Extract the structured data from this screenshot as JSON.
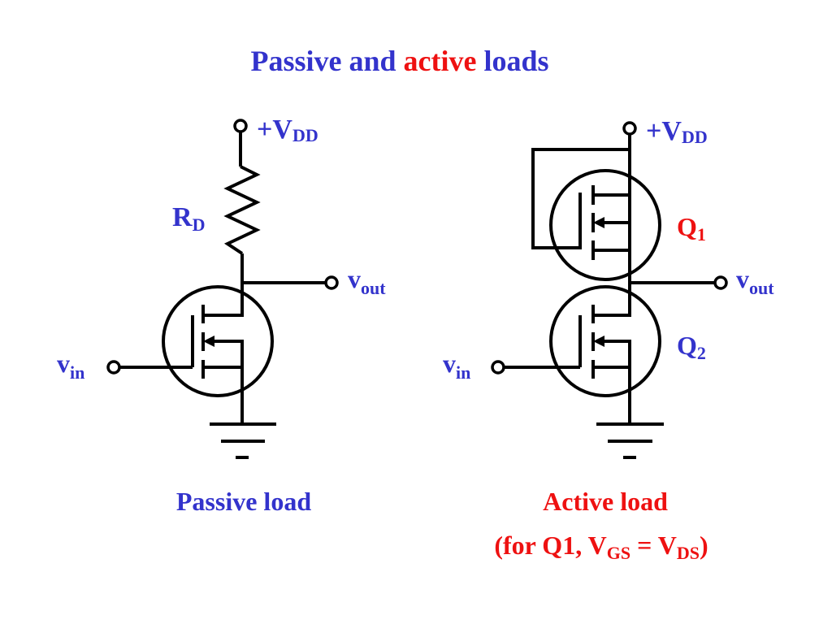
{
  "colors": {
    "blue": "#3333cc",
    "red": "#ee1111",
    "black": "#000000"
  },
  "title": {
    "part1": "Passive and ",
    "part2": "active",
    "part3": " loads"
  },
  "left": {
    "vdd_base": "+V",
    "vdd_sub": "DD",
    "rd_base": "R",
    "rd_sub": "D",
    "vout_base": "v",
    "vout_sub": "out",
    "vin_base": "v",
    "vin_sub": "in",
    "caption": "Passive load"
  },
  "right": {
    "vdd_base": "+V",
    "vdd_sub": "DD",
    "q1_base": "Q",
    "q1_sub": "1",
    "q2_base": "Q",
    "q2_sub": "2",
    "vout_base": "v",
    "vout_sub": "out",
    "vin_base": "v",
    "vin_sub": "in",
    "caption1": "Active load",
    "caption2_a": "(for Q1, V",
    "caption2_b": "GS",
    "caption2_c": " = V",
    "caption2_d": "DS",
    "caption2_e": ")"
  }
}
